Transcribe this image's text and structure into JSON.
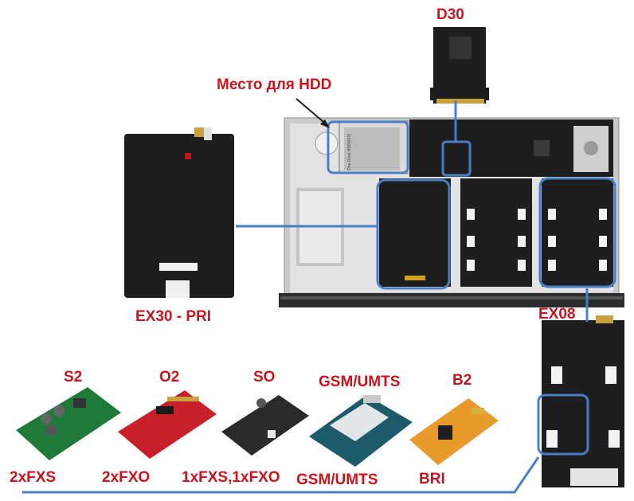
{
  "labels": {
    "d30": "D30",
    "hdd": "Место для HDD",
    "ex30": "EX30 - PRI",
    "ex08": "EX08",
    "s2": "S2",
    "o2": "O2",
    "so": "SO",
    "gsm_top": "GSM/UMTS",
    "b2": "B2",
    "s2_desc": "2xFXS",
    "o2_desc": "2xFXO",
    "so_desc": "1xFXS,1xFXO",
    "gsm_desc": "GSM/UMTS",
    "b2_desc": "BRI"
  },
  "hdd_sticker": "One Drive HDD(616)",
  "colors": {
    "label_red": "#c8141c",
    "connector_blue": "#4a7fc8",
    "pcb_black": "#1e1e1e",
    "chassis_grey": "#d8d8d8",
    "s2_green": "#1f7a3a",
    "o2_red": "#c8202a",
    "so_black": "#2a2a2a",
    "gsm_teal": "#1d5a6a",
    "b2_orange": "#e89a2a"
  }
}
